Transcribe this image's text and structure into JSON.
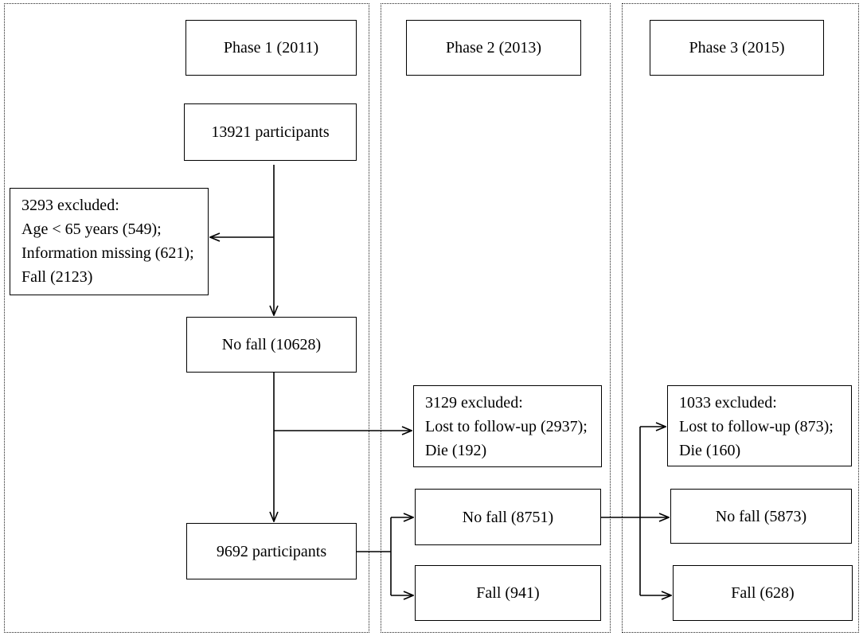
{
  "phases": {
    "phase1": "Phase 1 (2011)",
    "phase2": "Phase 2 (2013)",
    "phase3": "Phase 3 (2015)"
  },
  "boxes": {
    "start": "13921 participants",
    "excluded1": {
      "title": "3293 excluded:",
      "line1": "Age < 65 years (549);",
      "line2": "Information missing (621);",
      "line3": "Fall (2123)"
    },
    "nofall_baseline": "No fall (10628)",
    "participants_p1": "9692 participants",
    "excluded2": {
      "title": "3129 excluded:",
      "line1": "Lost to follow-up (2937);",
      "line2": "Die (192)"
    },
    "nofall_p2": "No fall (8751)",
    "fall_p2": "Fall (941)",
    "excluded3": {
      "title": "1033 excluded:",
      "line1": "Lost to follow-up (873);",
      "line2": "Die (160)"
    },
    "nofall_p3": "No fall (5873)",
    "fall_p3": "Fall (628)"
  }
}
